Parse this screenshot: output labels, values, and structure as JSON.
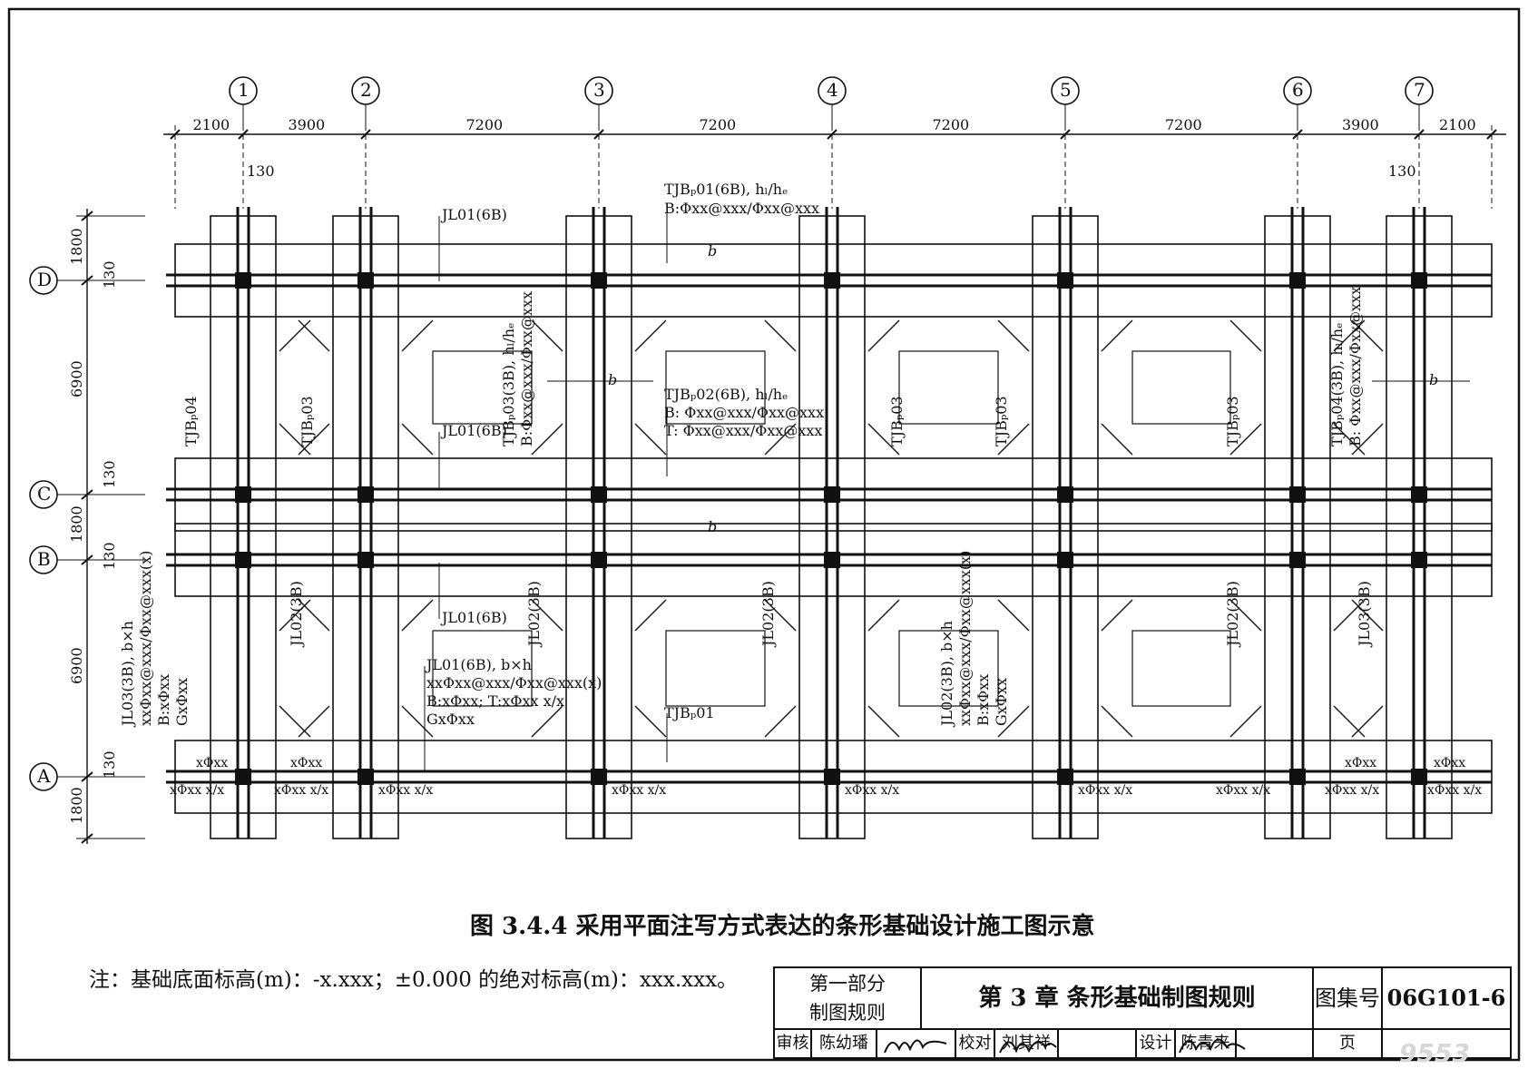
{
  "drawing": {
    "axes_vertical": [
      "1",
      "2",
      "3",
      "4",
      "5",
      "6",
      "7"
    ],
    "axes_horizontal": [
      "D",
      "C",
      "B",
      "A"
    ],
    "top_dimensions": [
      "2100",
      "3900",
      "7200",
      "7200",
      "7200",
      "7200",
      "3900",
      "2100"
    ],
    "left_dimensions": [
      "1800",
      "130",
      "6900",
      "130",
      "1800",
      "130",
      "6900",
      "130",
      "1800"
    ],
    "offset_130": "130",
    "annotations": {
      "jl01_top": "JL01(6B)",
      "tjbp01_l1": "TJBₚ01(6B), hₗ/hₑ",
      "tjbp01_l2": "B:Φxx@xxx/Φxx@xxx",
      "jl01_mid": "JL01(6B)",
      "tjbp02_l1": "TJBₚ02(6B), hₗ/hₑ",
      "tjbp02_l2": "B: Φxx@xxx/Φxx@xxx",
      "tjbp02_l3": "T: Φxx@xxx/Φxx@xxx",
      "tjbp03_v1": "TJBₚ03(3B), hₗ/hₑ",
      "tjbp03_v2": "B:Φxx@xxx/Φxx@xxx",
      "tjbp04_v1": "TJBₚ04(3B), hₗ/hₑ",
      "tjbp04_v2": "B: Φxx@xxx/Φxx@xxx",
      "tjbp04_short": "TJBₚ04",
      "tjbp03_short": "TJBₚ03",
      "jl01_low": "JL01(6B)",
      "jl01_det1": "JL01(6B), b×h",
      "jl01_det2": "xxΦxx@xxx/Φxx@xxx(x)",
      "jl01_det3": "B:xΦxx; T:xΦxx x/x",
      "jl01_det4": "GxΦxx",
      "tjbp01_low": "TJBₚ01",
      "jl02_3b": "JL02(3B)",
      "jl03_3b": "JL03(3B)",
      "jl03_v1": "JL03(3B), b×h",
      "jl03_v2": "xxΦxx@xxx/Φxx@xxx(x)",
      "jl03_v3": "B:xΦxx",
      "jl03_v4": "GxΦxx",
      "jl02_v1": "JL02(3B), b×h",
      "jl02_v2": "xxΦxx@xxx/Φxx@xxx(x)",
      "jl02_v3": "B:xΦxx",
      "jl02_v4": "GxΦxx",
      "rebar_xx": "xΦxx",
      "rebar_xxx": "xΦxx x/x",
      "b_mark": "b"
    }
  },
  "caption": "图 3.4.4  采用平面注写方式表达的条形基础设计施工图示意",
  "note": "注：基础底面标高(m)：-x.xxx；±0.000 的绝对标高(m)：xxx.xxx。",
  "title_block": {
    "part_line1": "第一部分",
    "part_line2": "制图规则",
    "chapter": "第 3 章  条形基础制图规则",
    "atlas_label": "图集号",
    "atlas_no": "06G101-6",
    "review_label": "审核",
    "review_name": "陈幼璠",
    "check_label": "校对",
    "check_name": "刘其祥",
    "design_label": "设计",
    "design_name": "陈青来",
    "page_label": "页"
  },
  "watermark": "9553"
}
